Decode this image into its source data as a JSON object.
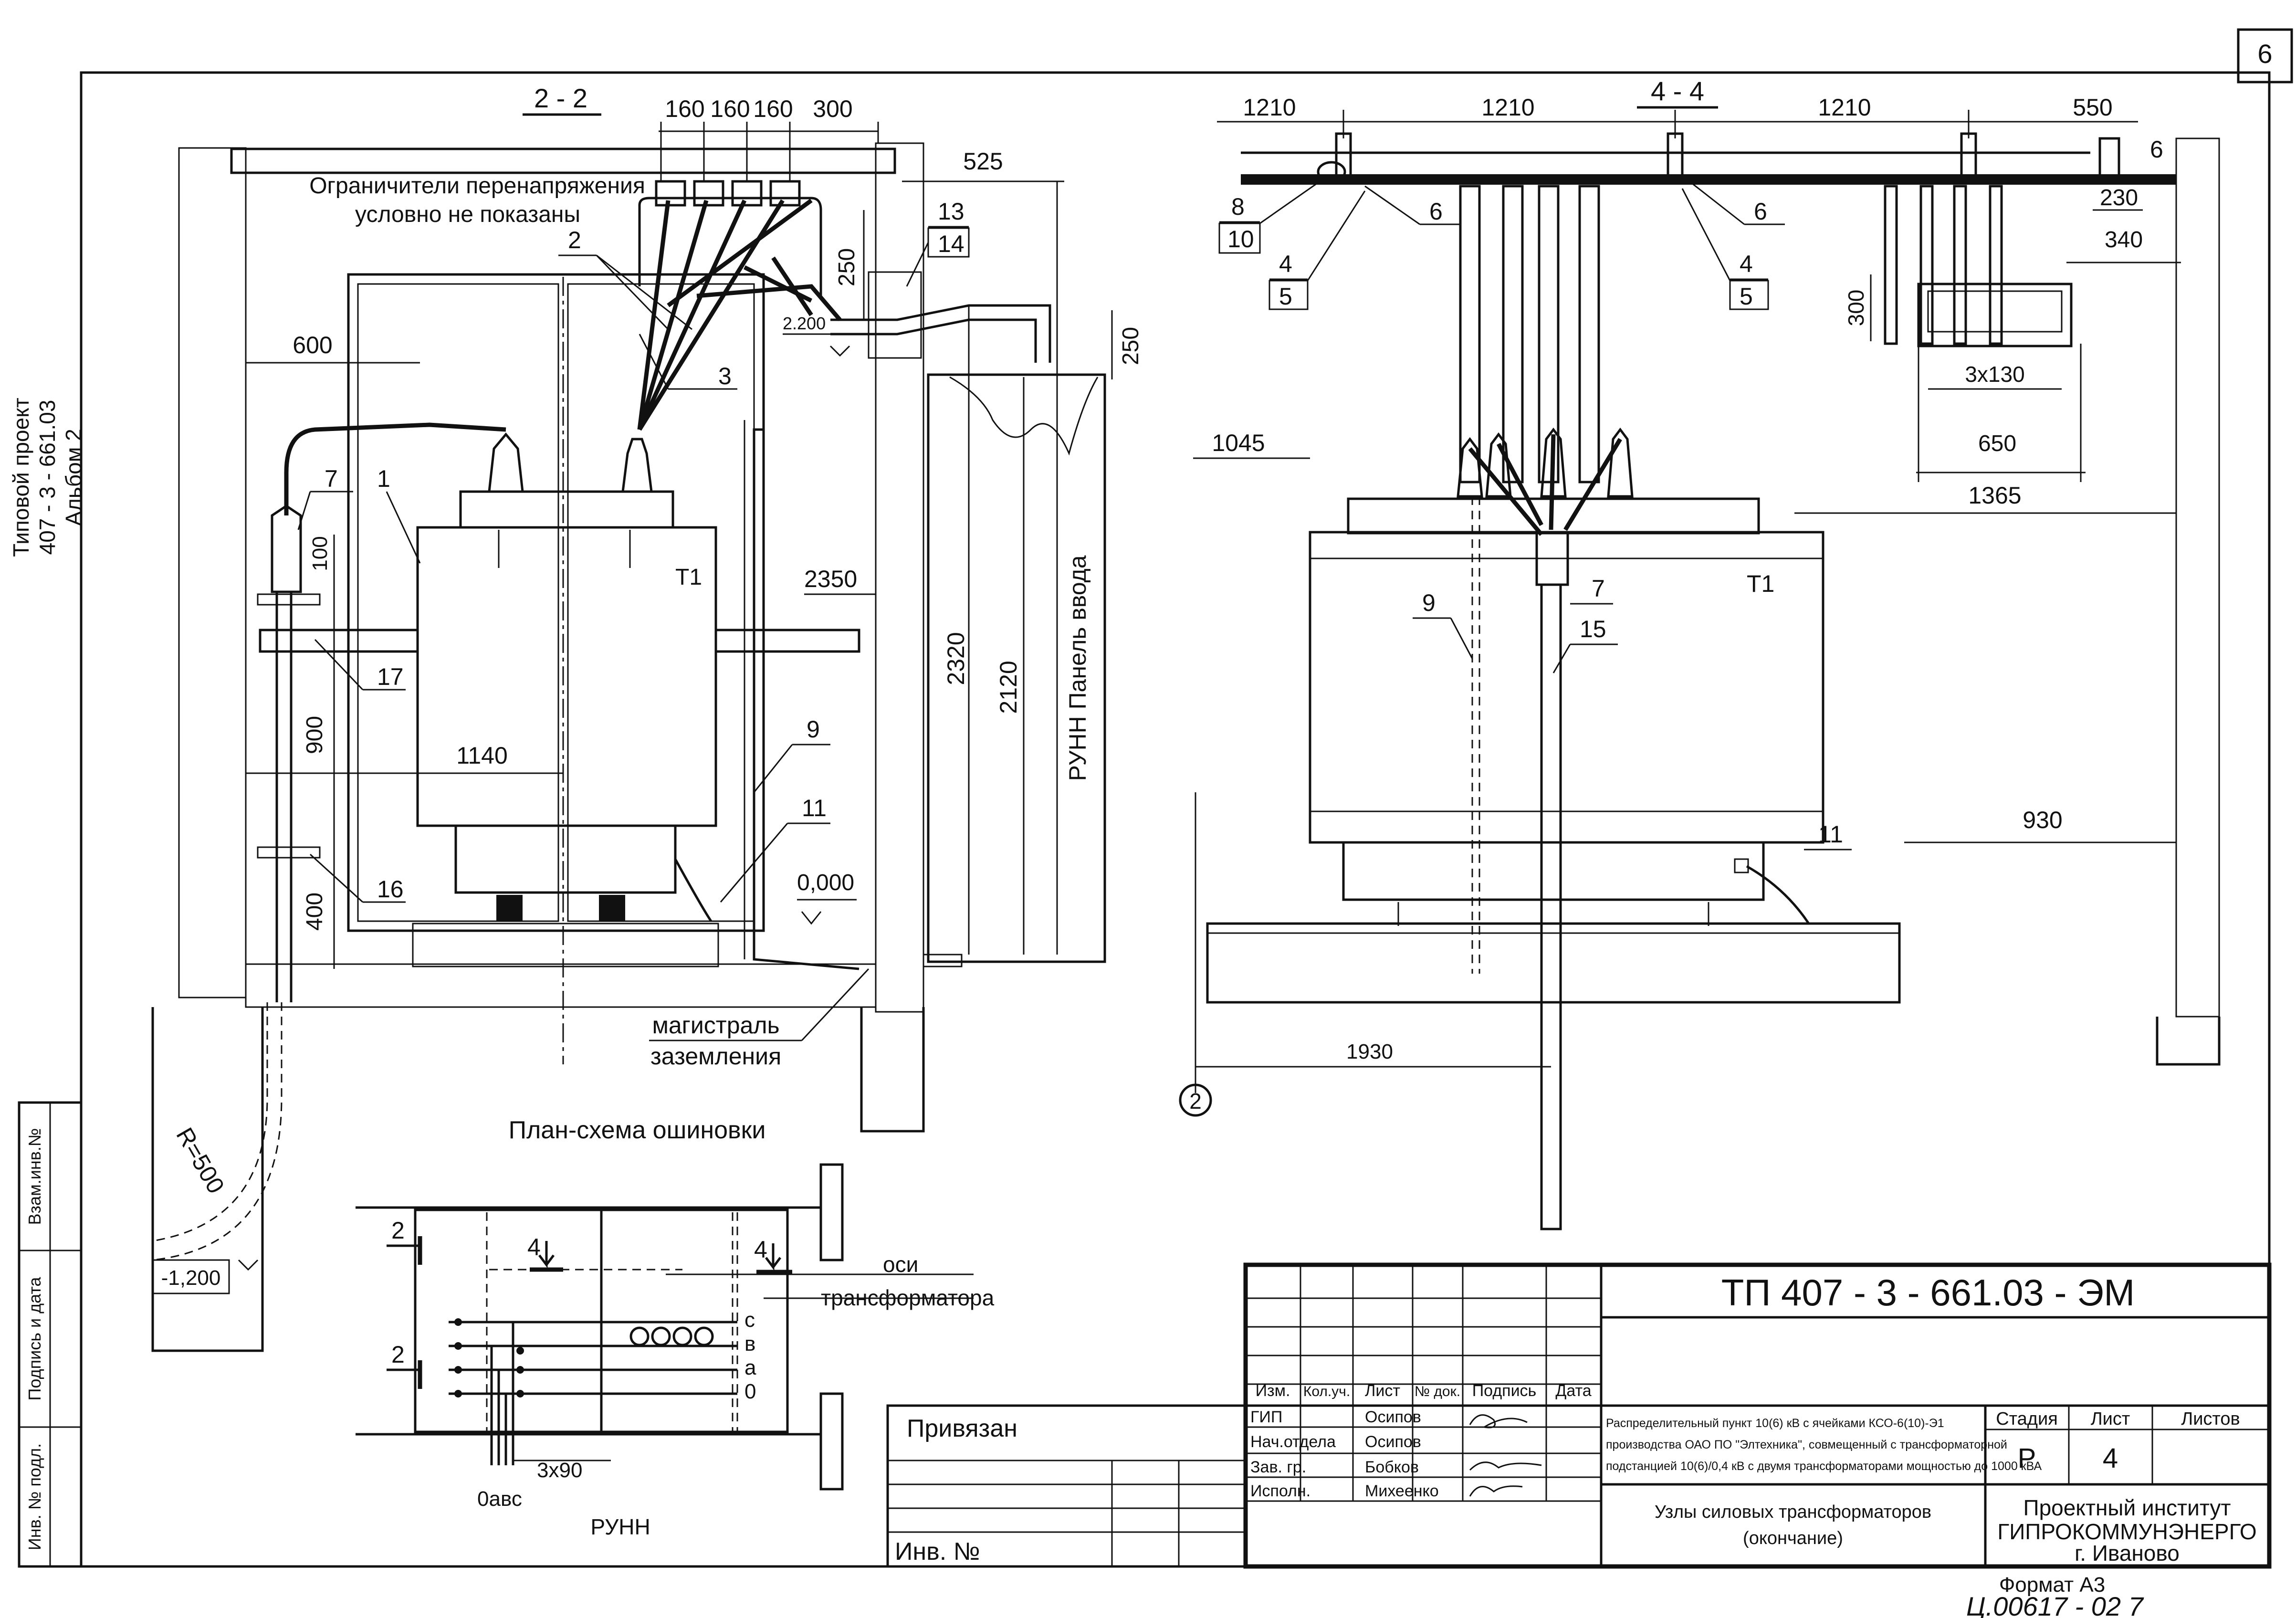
{
  "sheet": {
    "number": "6",
    "side_stamp": {
      "line1": "Типовой проект",
      "line2": "407 - 3 - 661.03",
      "line3": "Альбом 2"
    },
    "left_columns": [
      "Взам.инв.№",
      "Подпись и дата",
      "Инв. № подл."
    ],
    "format": "Формат А3",
    "handwritten_code": "Ц.00617 - 02   7"
  },
  "section_2_2": {
    "title": "2 - 2",
    "note_line1": "Ограничители перенапряжения",
    "note_line2": "условно не показаны",
    "transformer_label": "Т1",
    "ground_line1": "магистраль",
    "ground_line2": "заземления",
    "panel_label": "РУНН  Панель ввода",
    "dims": {
      "d160a": "160",
      "d160b": "160",
      "d160c": "160",
      "d300": "300",
      "d525": "525",
      "d250a": "250",
      "d250b": "250",
      "d600": "600",
      "d1140": "1140",
      "d100": "100",
      "d900": "900",
      "d400": "400",
      "d2350": "2350",
      "d2320": "2320",
      "d2120": "2120",
      "lvl2200": "2.200",
      "lvl0000": "0,000",
      "lvl1200": "-1,200",
      "radius": "R=500"
    },
    "callouts": {
      "c1": "1",
      "c2": "2",
      "c3": "3",
      "c7": "7",
      "c9": "9",
      "c11": "11",
      "c13": "13",
      "c14": "14",
      "c16": "16",
      "c17": "17"
    }
  },
  "section_4_4": {
    "title": "4 - 4",
    "transformer_label": "Т1",
    "axis_mark": "2",
    "dims": {
      "d1210a": "1210",
      "d1210b": "1210",
      "d1210c": "1210",
      "d550": "550",
      "d230": "230",
      "d340": "340",
      "d300": "300",
      "d3x130": "3x130",
      "d650": "650",
      "d1045": "1045",
      "d1365": "1365",
      "d930": "930",
      "d1930": "1930"
    },
    "callouts": {
      "c8": "8",
      "c10": "10",
      "c6a": "6",
      "c6b": "6",
      "c6c": "6",
      "c4a": "4",
      "c5a": "5",
      "c4b": "4",
      "c5b": "5",
      "c7": "7",
      "c9": "9",
      "c11": "11",
      "c15": "15"
    }
  },
  "busbar_plan": {
    "title": "План-схема ошиновки",
    "axis_note_line1": "оси",
    "axis_note_line2": "трансформатора",
    "phase_letters": [
      "с",
      "в",
      "а",
      "0"
    ],
    "bottom_phases": "0авс",
    "bus_size": "3х90",
    "bottom_label": "РУНН",
    "section_marks": {
      "s2a": "2",
      "s2b": "2",
      "s4a": "4",
      "s4b": "4"
    }
  },
  "title_block": {
    "project_code": "ТП  407 - 3 - 661.03 - ЭМ",
    "header": [
      "Изм.",
      "Кол.уч.",
      "Лист",
      "№ док.",
      "Подпись",
      "Дата"
    ],
    "roles": [
      {
        "role": "ГИП",
        "name": "Осипов"
      },
      {
        "role": "Нач.отдела",
        "name": "Осипов"
      },
      {
        "role": "Зав. гр.",
        "name": "Бобков"
      },
      {
        "role": "Исполн.",
        "name": "Михеенко"
      }
    ],
    "description_line1": "Распределительный пункт 10(6) кВ с ячейками КСО-6(10)-Э1",
    "description_line2": "производства ОАО ПО \"Элтехника\", совмещенный с трансформаторной",
    "description_line3": "подстанцией 10(6)/0,4 кВ с двумя трансформаторами мощностью до 1000 кВА",
    "sheet_title_line1": "Узлы силовых трансформаторов",
    "sheet_title_line2": "(окончание)",
    "stage_label": "Стадия",
    "stage_value": "Р",
    "sheet_label": "Лист",
    "sheet_value": "4",
    "sheets_label": "Листов",
    "sheets_value": "",
    "org_line1": "Проектный институт",
    "org_line2": "ГИПРОКОММУНЭНЕРГО",
    "org_line3": "г. Иваново",
    "bound_label": "Привязан",
    "inv_label": "Инв. №"
  }
}
